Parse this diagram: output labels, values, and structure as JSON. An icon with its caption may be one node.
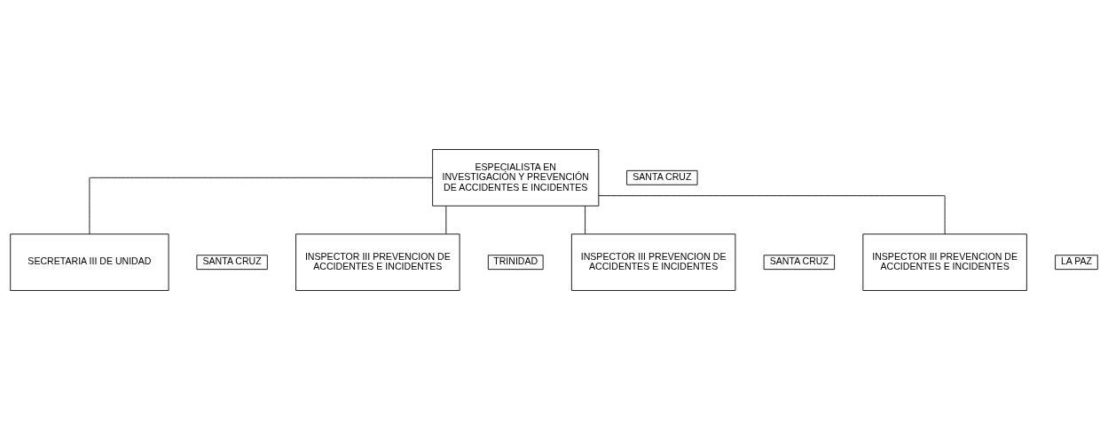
{
  "diagram": {
    "nodes": [
      {
        "text": [
          "ESPECIALISTA EN INVESTIGACIÓN Y PREVENCIÓN DE ACCIDENTES E INCIDENTES"
        ]
      },
      {
        "text": [
          "SANTA CRUZ"
        ]
      },
      {
        "text": [
          "SECRETARIA III DE UNIDAD"
        ]
      },
      {
        "text": [
          "SANTA CRUZ"
        ]
      },
      {
        "text": [
          "INSPECTOR III PREVENCION DE ACCIDENTES E INCIDENTES"
        ]
      },
      {
        "text": [
          "TRINIDAD"
        ]
      },
      {
        "text": [
          "INSPECTOR III PREVENCION DE ACCIDENTES E INCIDENTES"
        ]
      },
      {
        "text": [
          "SANTA CRUZ"
        ]
      },
      {
        "text": [
          "INSPECTOR III PREVENCION DE ACCIDENTES E INCIDENTES"
        ]
      },
      {
        "text": [
          "LA PAZ"
        ]
      }
    ],
    "edges": [
      {
        "from": 0,
        "to": 2,
        "arrow": "none"
      },
      {
        "from": 0,
        "to": 4,
        "arrow": "none"
      },
      {
        "from": 0,
        "to": 6,
        "arrow": "none"
      },
      {
        "from": 0,
        "to": 8,
        "arrow": "none"
      }
    ]
  }
}
